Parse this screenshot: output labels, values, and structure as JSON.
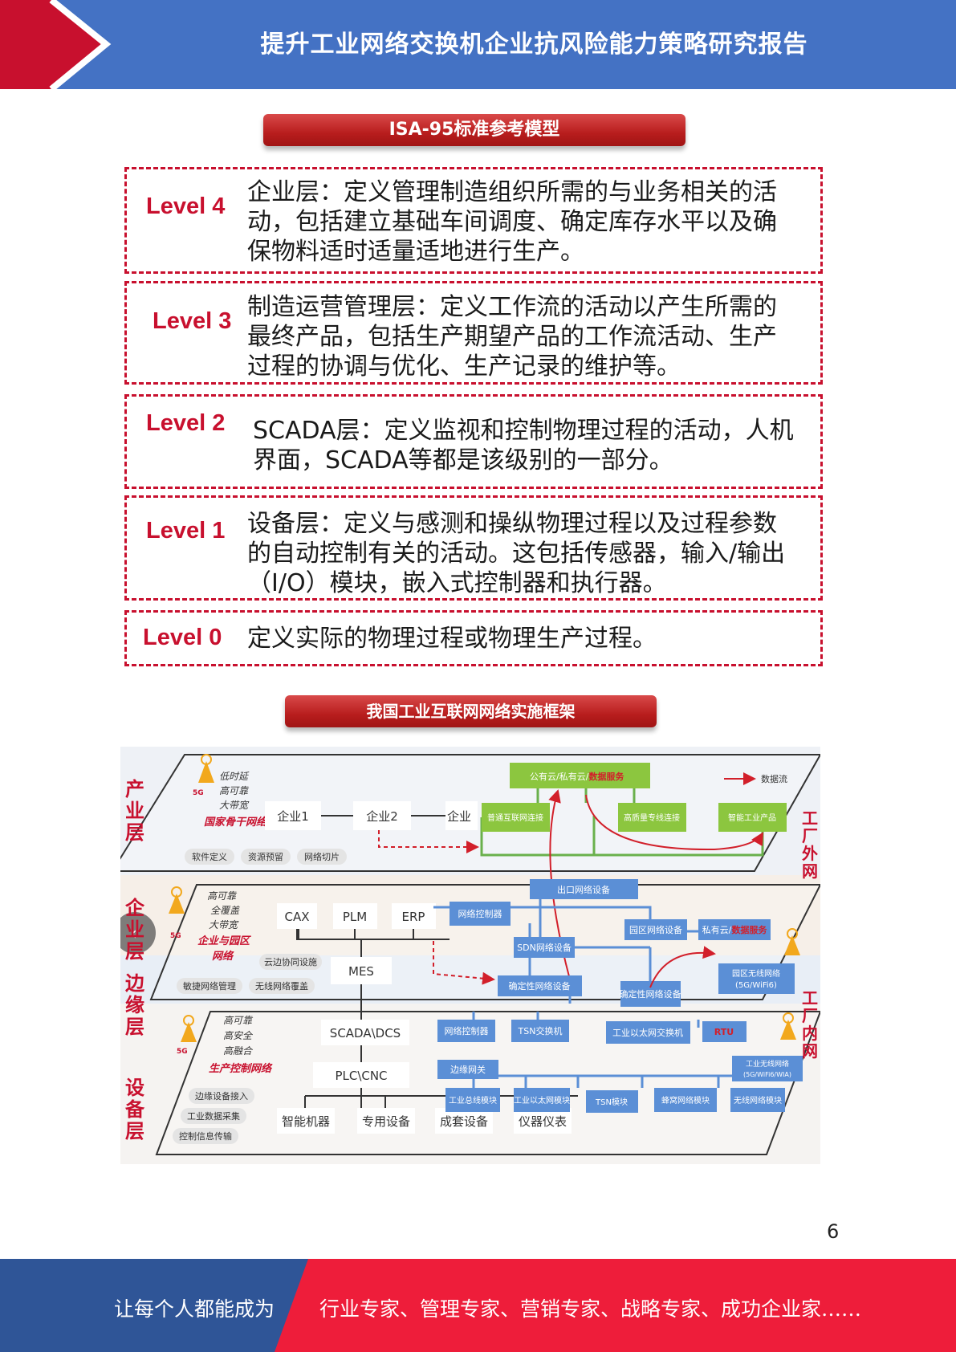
{
  "header": {
    "title": "提升工业网络交换机企业抗风险能力策略研究报告"
  },
  "section1": {
    "title": "ISA-95标准参考模型",
    "levels": [
      {
        "name": "Level 4",
        "lines": [
          "企业层：定义管理制造组织所需的与业务相关的活",
          "动，包括建立基础车间调度、确定库存水平以及确",
          "保物料适时适量适地进行生产。"
        ]
      },
      {
        "name": "Level 3",
        "lines": [
          "制造运营管理层：定义工作流的活动以产生所需的",
          "最终产品，包括生产期望产品的工作流活动、生产",
          "过程的协调与优化、生产记录的维护等。"
        ]
      },
      {
        "name": "Level 2",
        "lines": [
          "SCADA层：定义监视和控制物理过程的活动，人机",
          "界面，SCADA等都是该级别的一部分。"
        ]
      },
      {
        "name": "Level 1",
        "lines": [
          "设备层：定义与感测和操纵物理过程以及过程参数",
          "的自动控制有关的活动。这包括传感器，输入/输出",
          "（I/O）模块，嵌入式控制器和执行器。"
        ]
      },
      {
        "name": "Level 0",
        "lines": [
          "定义实际的物理过程或物理生产过程。"
        ]
      }
    ]
  },
  "section2": {
    "title": "我国工业互联网网络实施框架",
    "layers": {
      "industry": "产业层",
      "enterprise": "企业层",
      "edge": "边缘层",
      "device": "设备层",
      "outside": "工厂外网",
      "inside": "工厂内网"
    },
    "legend": "数据流",
    "industry_plane": {
      "features": [
        "低时延",
        "高可靠",
        "大带宽"
      ],
      "network": "国家骨干网络",
      "enterprises": [
        "企业1",
        "企业2",
        "企业"
      ],
      "tags": [
        "软件定义",
        "资源预留",
        "网络切片"
      ],
      "cloud_prefix": "公有云/私有云/",
      "cloud_service": "数据服务",
      "boxes": [
        "普通互联网连接",
        "高质量专线连接",
        "智能工业产品"
      ]
    },
    "enterprise_plane": {
      "features": [
        "高可靠",
        "全覆盖",
        "大带宽"
      ],
      "network_l1": "企业与园区",
      "network_l2": "网络",
      "systems": [
        "CAX",
        "PLM",
        "ERP",
        "MES"
      ],
      "tags": [
        "云边协同设施",
        "敏捷网络管理",
        "无线网络覆盖"
      ],
      "boxes": [
        "出口网络设备",
        "网络控制器",
        "SDN网络设备",
        "确定性网络设备",
        "园区网络设备",
        "确定性网络设备",
        "园区无线网络",
        "(5G/WiFi6)"
      ],
      "private_prefix": "私有云/",
      "private_service": "数据服务"
    },
    "device_plane": {
      "features": [
        "高可靠",
        "高安全",
        "高融合"
      ],
      "network": "生产控制网络",
      "systems": [
        "SCADA\\DCS",
        "PLC\\CNC"
      ],
      "tags": [
        "边缘设备接入",
        "工业数据采集",
        "控制信息传输"
      ],
      "equipment": [
        "智能机器",
        "专用设备",
        "成套设备",
        "仪器仪表"
      ],
      "boxes": [
        "网络控制器",
        "TSN交换机",
        "工业以太网交换机",
        "RTU",
        "边缘网关",
        "工业总线模块",
        "工业以太网模块",
        "TSN模块",
        "蜂窝网络模块",
        "无线网络模块",
        "工业无线网络",
        "(5G/WiFi6/WIA)"
      ]
    },
    "badge_5g": "5G",
    "colors": {
      "green": "#8cc63f",
      "blue": "#5b8fd6",
      "red": "#d21f2a",
      "dark": "#333333"
    }
  },
  "page_number": "6",
  "footer": {
    "left": "让每个人都能成为",
    "right": "行业专家、管理专家、营销专家、战略专家、成功企业家……"
  }
}
